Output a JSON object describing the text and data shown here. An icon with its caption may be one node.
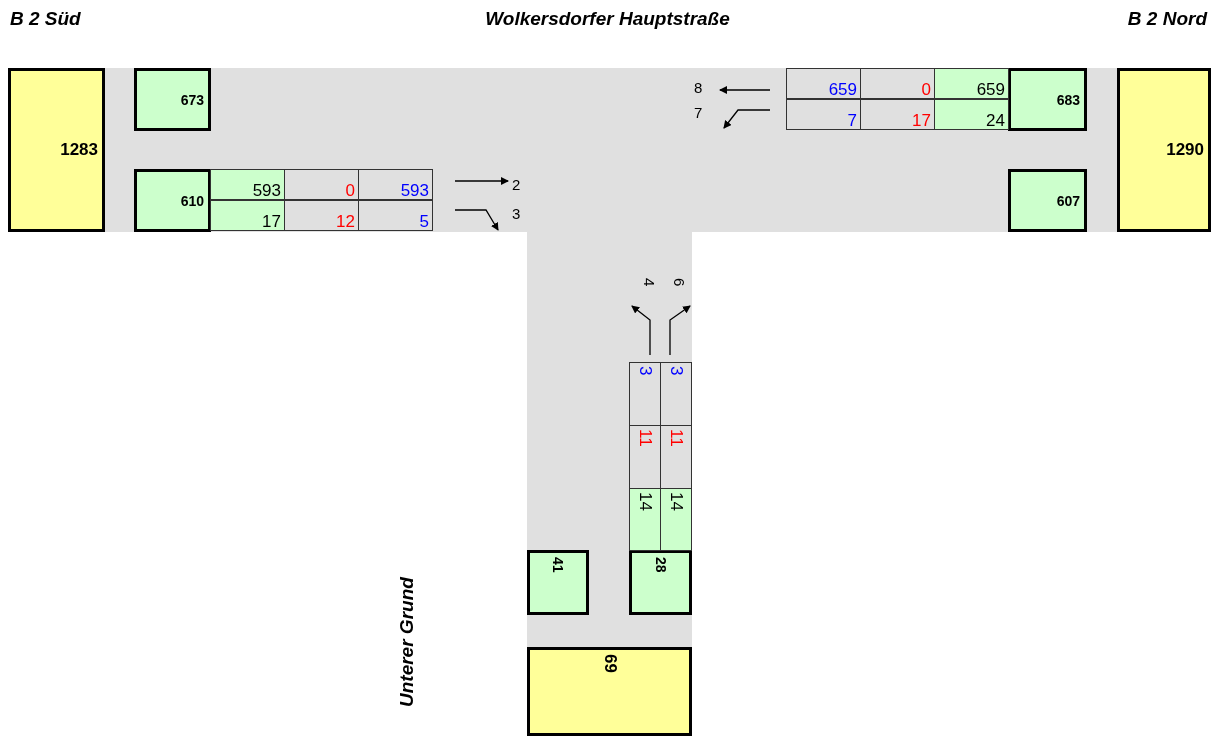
{
  "diagram": {
    "nodes": [
      {
        "text": [
          "1283"
        ]
      },
      {
        "text": [
          "673"
        ]
      },
      {
        "text": [
          "610"
        ]
      },
      {
        "text": [
          "683"
        ]
      },
      {
        "text": [
          "607"
        ]
      },
      {
        "text": [
          "1290"
        ]
      },
      {
        "text": [
          "41"
        ]
      },
      {
        "text": [
          "28"
        ]
      },
      {
        "text": [
          "69"
        ]
      }
    ],
    "labels": [
      "B 2 Süd",
      "Wolkersdorfer Hauptstraße",
      "B 2 Nord",
      "8",
      "659",
      "0",
      "659",
      "7",
      "7",
      "17",
      "24",
      "593",
      "0",
      "593",
      "2",
      "17",
      "12",
      "5",
      "3",
      "4",
      "6",
      "3",
      "3",
      "11",
      "11",
      "14",
      "14",
      "Unterer Grund"
    ]
  }
}
